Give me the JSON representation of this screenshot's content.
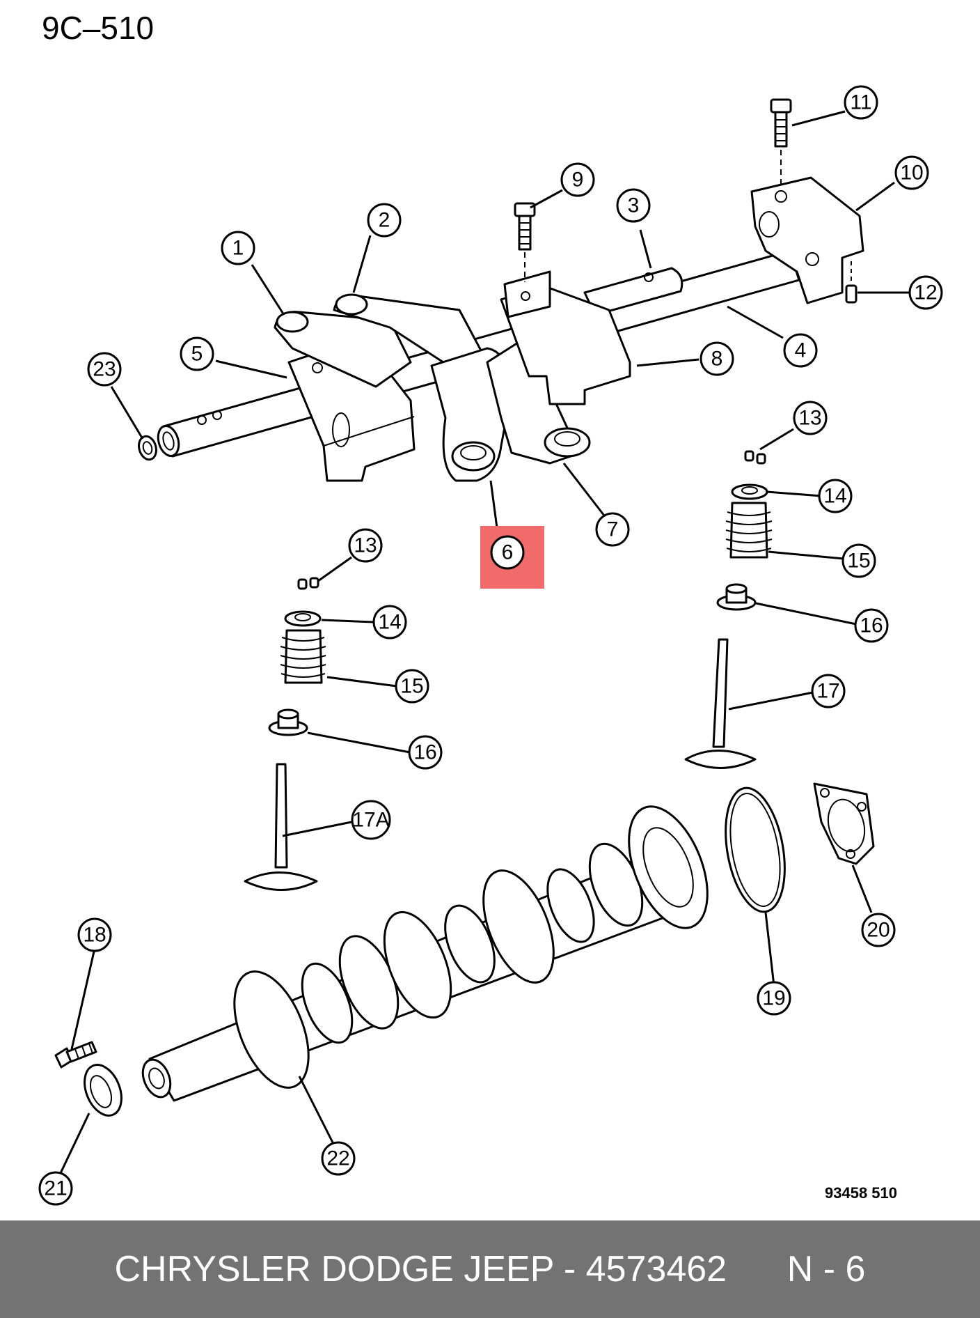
{
  "diagram": {
    "page_code": "9C–510",
    "drawing_number": "93458  510",
    "highlight_color": "#f26b6b",
    "highlighted_callout": "6",
    "callouts": [
      {
        "id": "c1",
        "label": "1"
      },
      {
        "id": "c2",
        "label": "2"
      },
      {
        "id": "c3",
        "label": "3"
      },
      {
        "id": "c4",
        "label": "4"
      },
      {
        "id": "c5",
        "label": "5"
      },
      {
        "id": "c6",
        "label": "6"
      },
      {
        "id": "c7",
        "label": "7"
      },
      {
        "id": "c8",
        "label": "8"
      },
      {
        "id": "c9",
        "label": "9"
      },
      {
        "id": "c10",
        "label": "10"
      },
      {
        "id": "c11",
        "label": "11"
      },
      {
        "id": "c12",
        "label": "12"
      },
      {
        "id": "c13a",
        "label": "13"
      },
      {
        "id": "c13b",
        "label": "13"
      },
      {
        "id": "c14a",
        "label": "14"
      },
      {
        "id": "c14b",
        "label": "14"
      },
      {
        "id": "c15a",
        "label": "15"
      },
      {
        "id": "c15b",
        "label": "15"
      },
      {
        "id": "c16a",
        "label": "16"
      },
      {
        "id": "c16b",
        "label": "16"
      },
      {
        "id": "c17",
        "label": "17"
      },
      {
        "id": "c17a",
        "label": "17A"
      },
      {
        "id": "c18",
        "label": "18"
      },
      {
        "id": "c19",
        "label": "19"
      },
      {
        "id": "c20",
        "label": "20"
      },
      {
        "id": "c21",
        "label": "21"
      },
      {
        "id": "c22",
        "label": "22"
      },
      {
        "id": "c23",
        "label": "23"
      }
    ]
  },
  "footer": {
    "brand": "CHRYSLER DODGE JEEP",
    "separator": " - ",
    "part_number": "4573462",
    "position": "N - 6"
  }
}
